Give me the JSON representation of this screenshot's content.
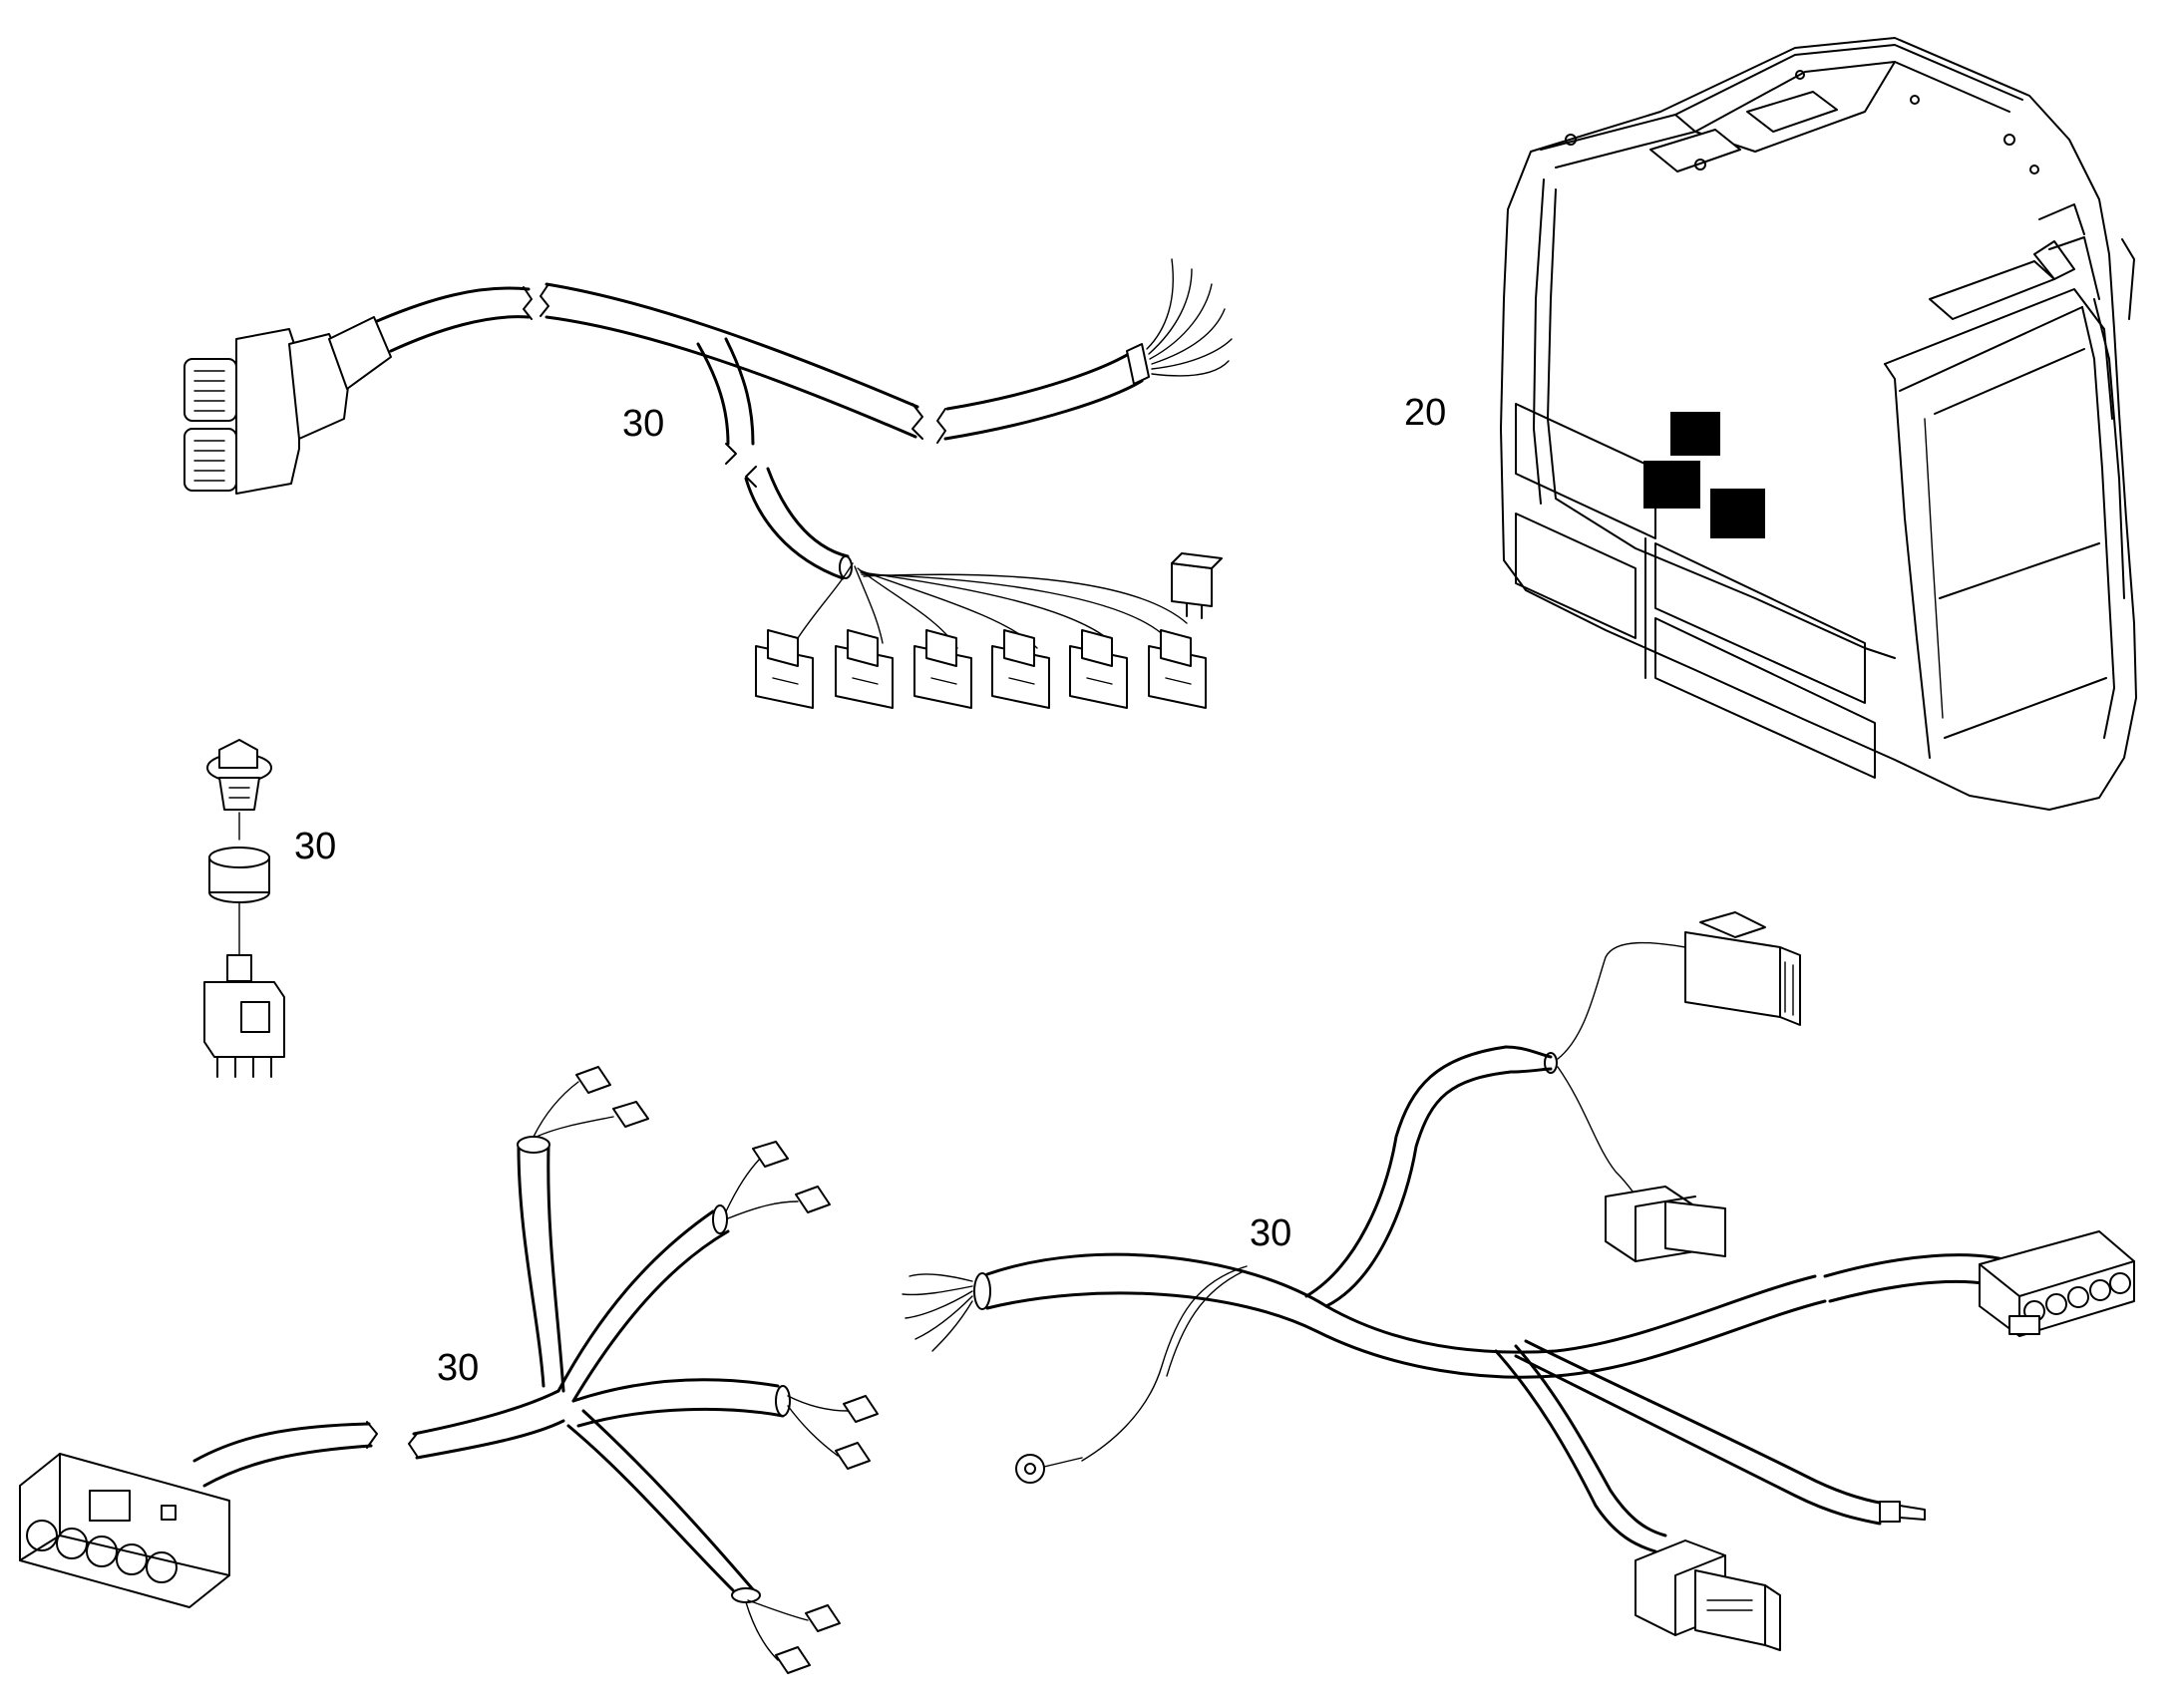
{
  "diagram": {
    "callouts": [
      {
        "id": "cab",
        "label": "20"
      },
      {
        "id": "upper-harness",
        "label": "30"
      },
      {
        "id": "rotary-switch",
        "label": "30"
      },
      {
        "id": "lower-left-harness",
        "label": "30"
      },
      {
        "id": "lower-right-harness",
        "label": "30"
      }
    ]
  },
  "colors": {
    "line": "#000000",
    "background": "#ffffff"
  }
}
